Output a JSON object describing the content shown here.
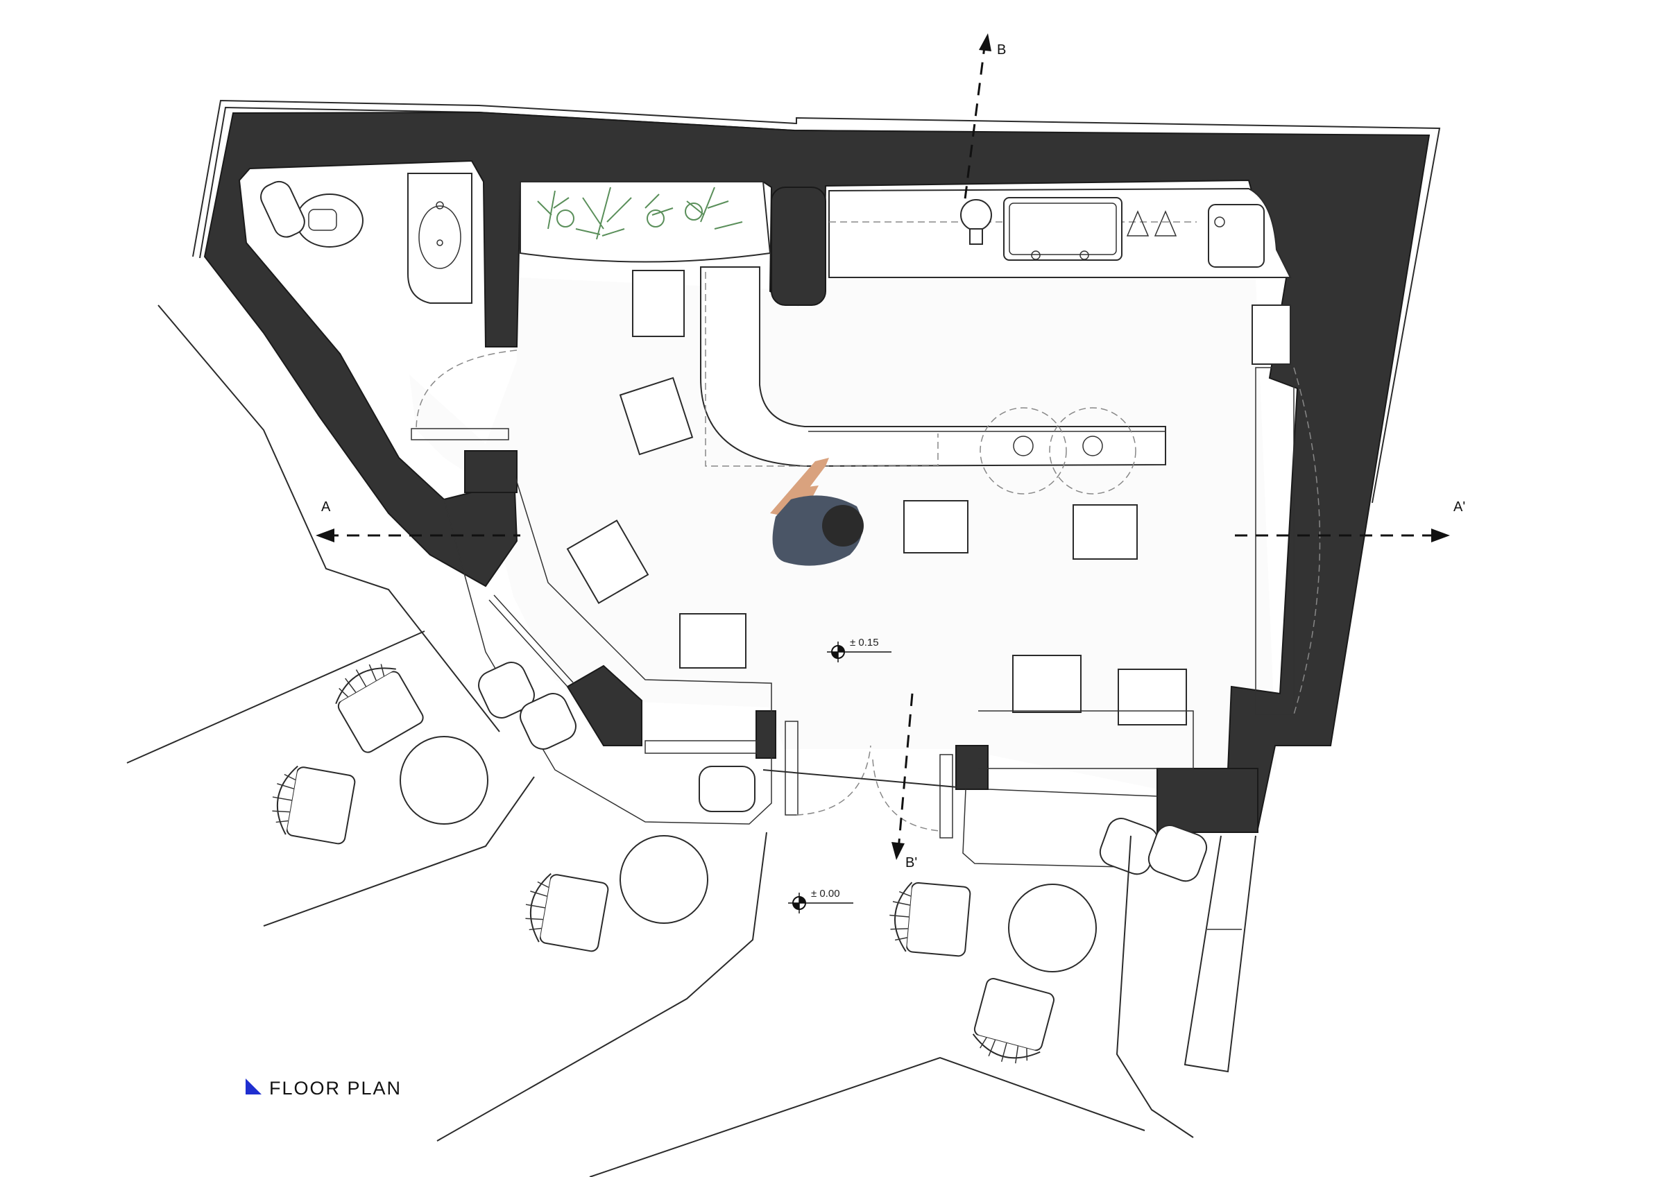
{
  "section_markers": {
    "a_left": "A",
    "a_right": "A'",
    "b_top": "B",
    "b_bottom": "B'"
  },
  "levels": {
    "interior": "± 0.15",
    "exterior": "± 0.00"
  },
  "title": "FLOOR PLAN",
  "colors": {
    "walls": "#333333",
    "title_marker": "#1f2fd0",
    "person_skin": "#d9a27e",
    "person_shirt": "#4a5566",
    "plants": "#5a8f5a"
  }
}
